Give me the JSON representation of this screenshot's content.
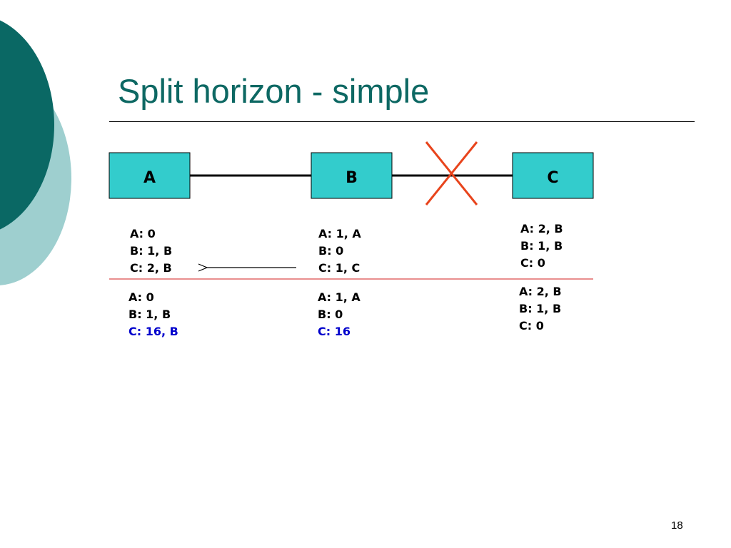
{
  "slide": {
    "title": "Split horizon - simple",
    "page_number": "18"
  },
  "colors": {
    "title": "#0d6863",
    "node_fill": "#33cccc",
    "link_break_x": "#e8441c",
    "divider": "#e26a6a",
    "changed_value": "#0000cc",
    "deco_dark": "#0a6864",
    "deco_light": "#9ecfcf"
  },
  "nodes": [
    {
      "id": "A",
      "label": "A"
    },
    {
      "id": "B",
      "label": "B"
    },
    {
      "id": "C",
      "label": "C"
    }
  ],
  "links": [
    {
      "from": "A",
      "to": "B",
      "status": "up"
    },
    {
      "from": "B",
      "to": "C",
      "status": "broken"
    }
  ],
  "tables_before": {
    "A": [
      {
        "text": "A: 0",
        "changed": false
      },
      {
        "text": "B: 1, B",
        "changed": false
      },
      {
        "text": "C: 2, B",
        "changed": false
      }
    ],
    "B": [
      {
        "text": "A: 1, A",
        "changed": false
      },
      {
        "text": "B: 0",
        "changed": false
      },
      {
        "text": "C: 1, C",
        "changed": false
      }
    ],
    "C": [
      {
        "text": "A: 2, B",
        "changed": false
      },
      {
        "text": "B: 1, B",
        "changed": false
      },
      {
        "text": "C: 0",
        "changed": false
      }
    ]
  },
  "tables_after": {
    "A": [
      {
        "text": "A: 0",
        "changed": false
      },
      {
        "text": "B: 1, B",
        "changed": false
      },
      {
        "text": "C: 16, B",
        "changed": true
      }
    ],
    "B": [
      {
        "text": "A: 1, A",
        "changed": false
      },
      {
        "text": "B: 0",
        "changed": false
      },
      {
        "text": "C: 16",
        "changed": true
      }
    ],
    "C": [
      {
        "text": "A: 2, B",
        "changed": false
      },
      {
        "text": "B: 1, B",
        "changed": false
      },
      {
        "text": "C: 0",
        "changed": false
      }
    ]
  },
  "update_arrow": {
    "from": "B",
    "to": "A"
  }
}
